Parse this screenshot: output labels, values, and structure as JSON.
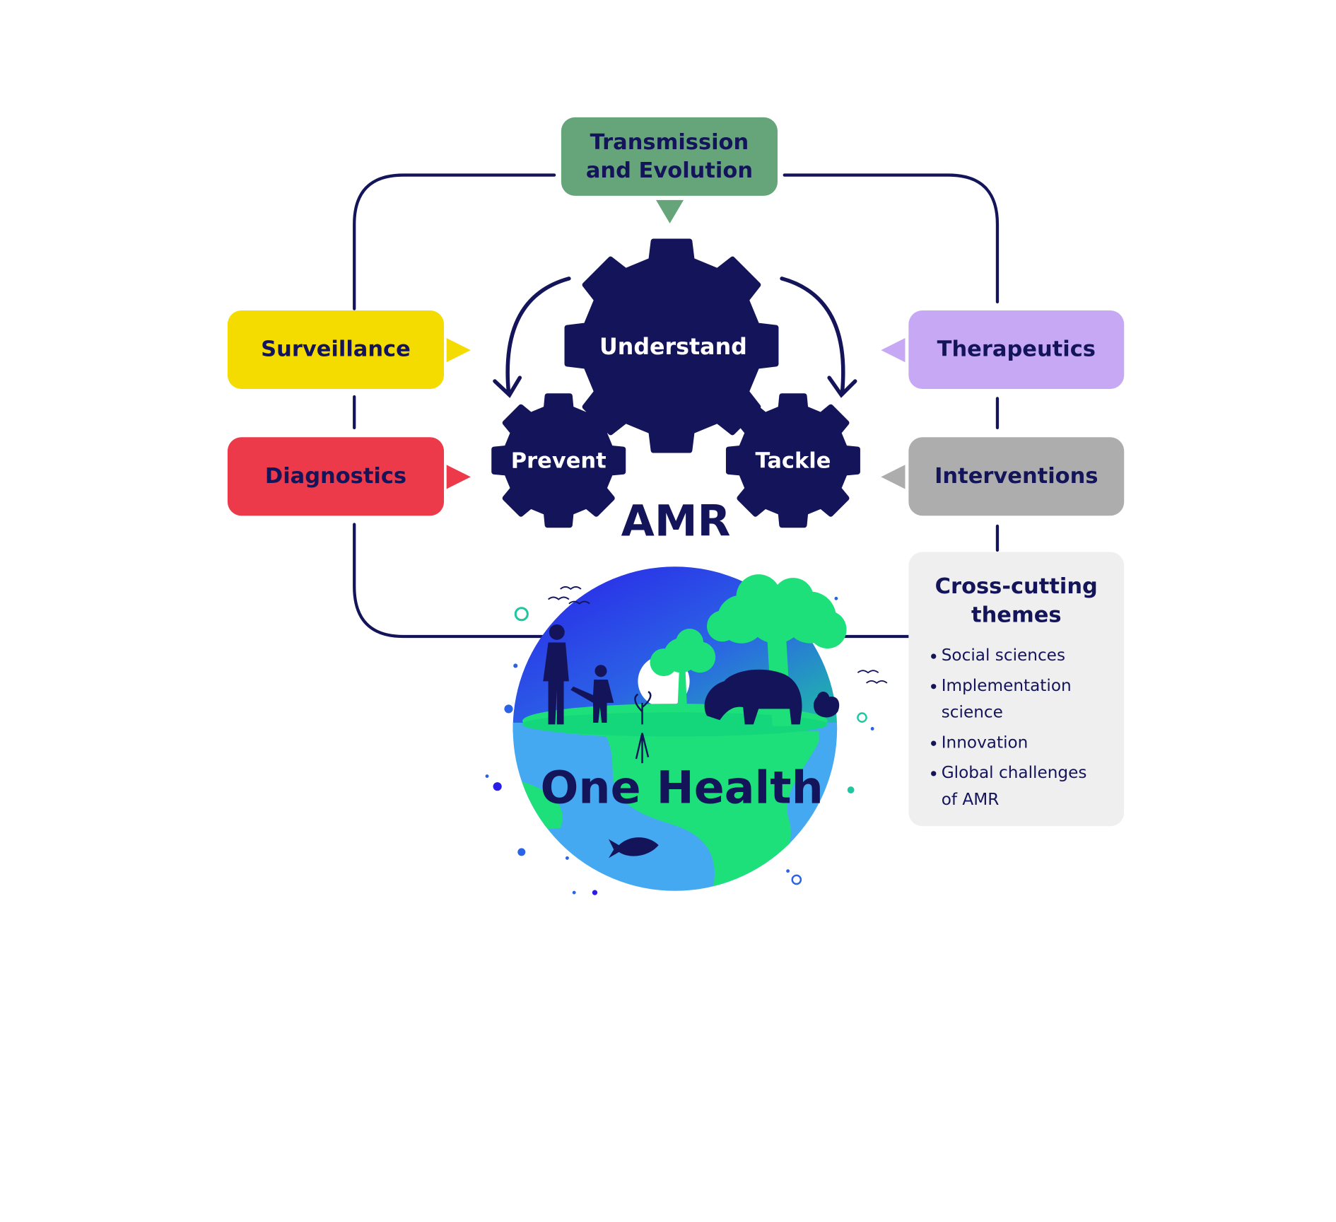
{
  "boxes": {
    "transmission": {
      "line1": "Transmission",
      "line2": "and Evolution",
      "color": "#66a57a"
    },
    "surveillance": {
      "label": "Surveillance",
      "color": "#f5dc00"
    },
    "diagnostics": {
      "label": "Diagnostics",
      "color": "#ec3a4a"
    },
    "therapeutics": {
      "label": "Therapeutics",
      "color": "#c6a8f5"
    },
    "interventions": {
      "label": "Interventions",
      "color": "#adadad"
    }
  },
  "gears": {
    "understand": "Understand",
    "prevent": "Prevent",
    "tackle": "Tackle",
    "color": "#14145a"
  },
  "center_title": "AMR",
  "globe_title": "One Health",
  "themes": {
    "title_line1": "Cross-cutting",
    "title_line2": "themes",
    "items": [
      {
        "line1": "Social sciences"
      },
      {
        "line1": "Implementation",
        "line2": "science"
      },
      {
        "line1": "Innovation"
      },
      {
        "line1": "Global challenges",
        "line2": "of AMR"
      }
    ]
  },
  "colors": {
    "navy": "#14145a",
    "ocean": "#45a9f2",
    "land": "#1ee07a",
    "sky_dark": "#1f2fe8",
    "tree": "#1ee07a"
  }
}
